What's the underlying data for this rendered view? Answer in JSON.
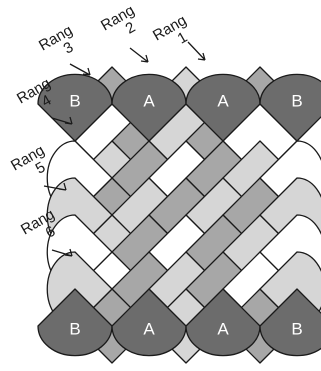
{
  "colors": {
    "white": "#ffffff",
    "light": "#d6d6d6",
    "mid": "#a7a7a7",
    "dark": "#6c6c6c",
    "outline": "#1a1a1a",
    "label_text": "#ffffff",
    "annotation_text": "#1a1a1a"
  },
  "grid": {
    "lattice_rows": [
      [
        "mid",
        "light",
        "mid"
      ],
      [
        "white",
        "mid",
        "light",
        "mid",
        "white"
      ],
      [
        "light",
        "mid",
        "white",
        "mid",
        "light"
      ],
      [
        "mid",
        "light",
        "mid",
        "light",
        "mid"
      ],
      [
        "light",
        "mid",
        "white",
        "mid",
        "light"
      ],
      [
        "white",
        "mid",
        "light",
        "mid",
        "white"
      ],
      [
        "mid",
        "light",
        "mid"
      ]
    ],
    "top_corners": [
      {
        "label": "B",
        "color": "dark"
      },
      {
        "label": "A",
        "color": "dark"
      },
      {
        "label": "A",
        "color": "dark"
      },
      {
        "label": "B",
        "color": "dark"
      }
    ],
    "bottom_corners": [
      {
        "label": "B",
        "color": "dark"
      },
      {
        "label": "A",
        "color": "dark"
      },
      {
        "label": "A",
        "color": "dark"
      },
      {
        "label": "B",
        "color": "dark"
      }
    ],
    "side_bulges_left": [
      "white",
      "light",
      "white",
      "light"
    ],
    "side_bulges_right": [
      "white",
      "light",
      "white",
      "light"
    ]
  },
  "rang_labels": [
    {
      "word": "Rang",
      "number": "1"
    },
    {
      "word": "Rang",
      "number": "2"
    },
    {
      "word": "Rang",
      "number": "3"
    },
    {
      "word": "Rang",
      "number": "4"
    },
    {
      "word": "Rang",
      "number": "5"
    },
    {
      "word": "Rang",
      "number": "6"
    }
  ]
}
